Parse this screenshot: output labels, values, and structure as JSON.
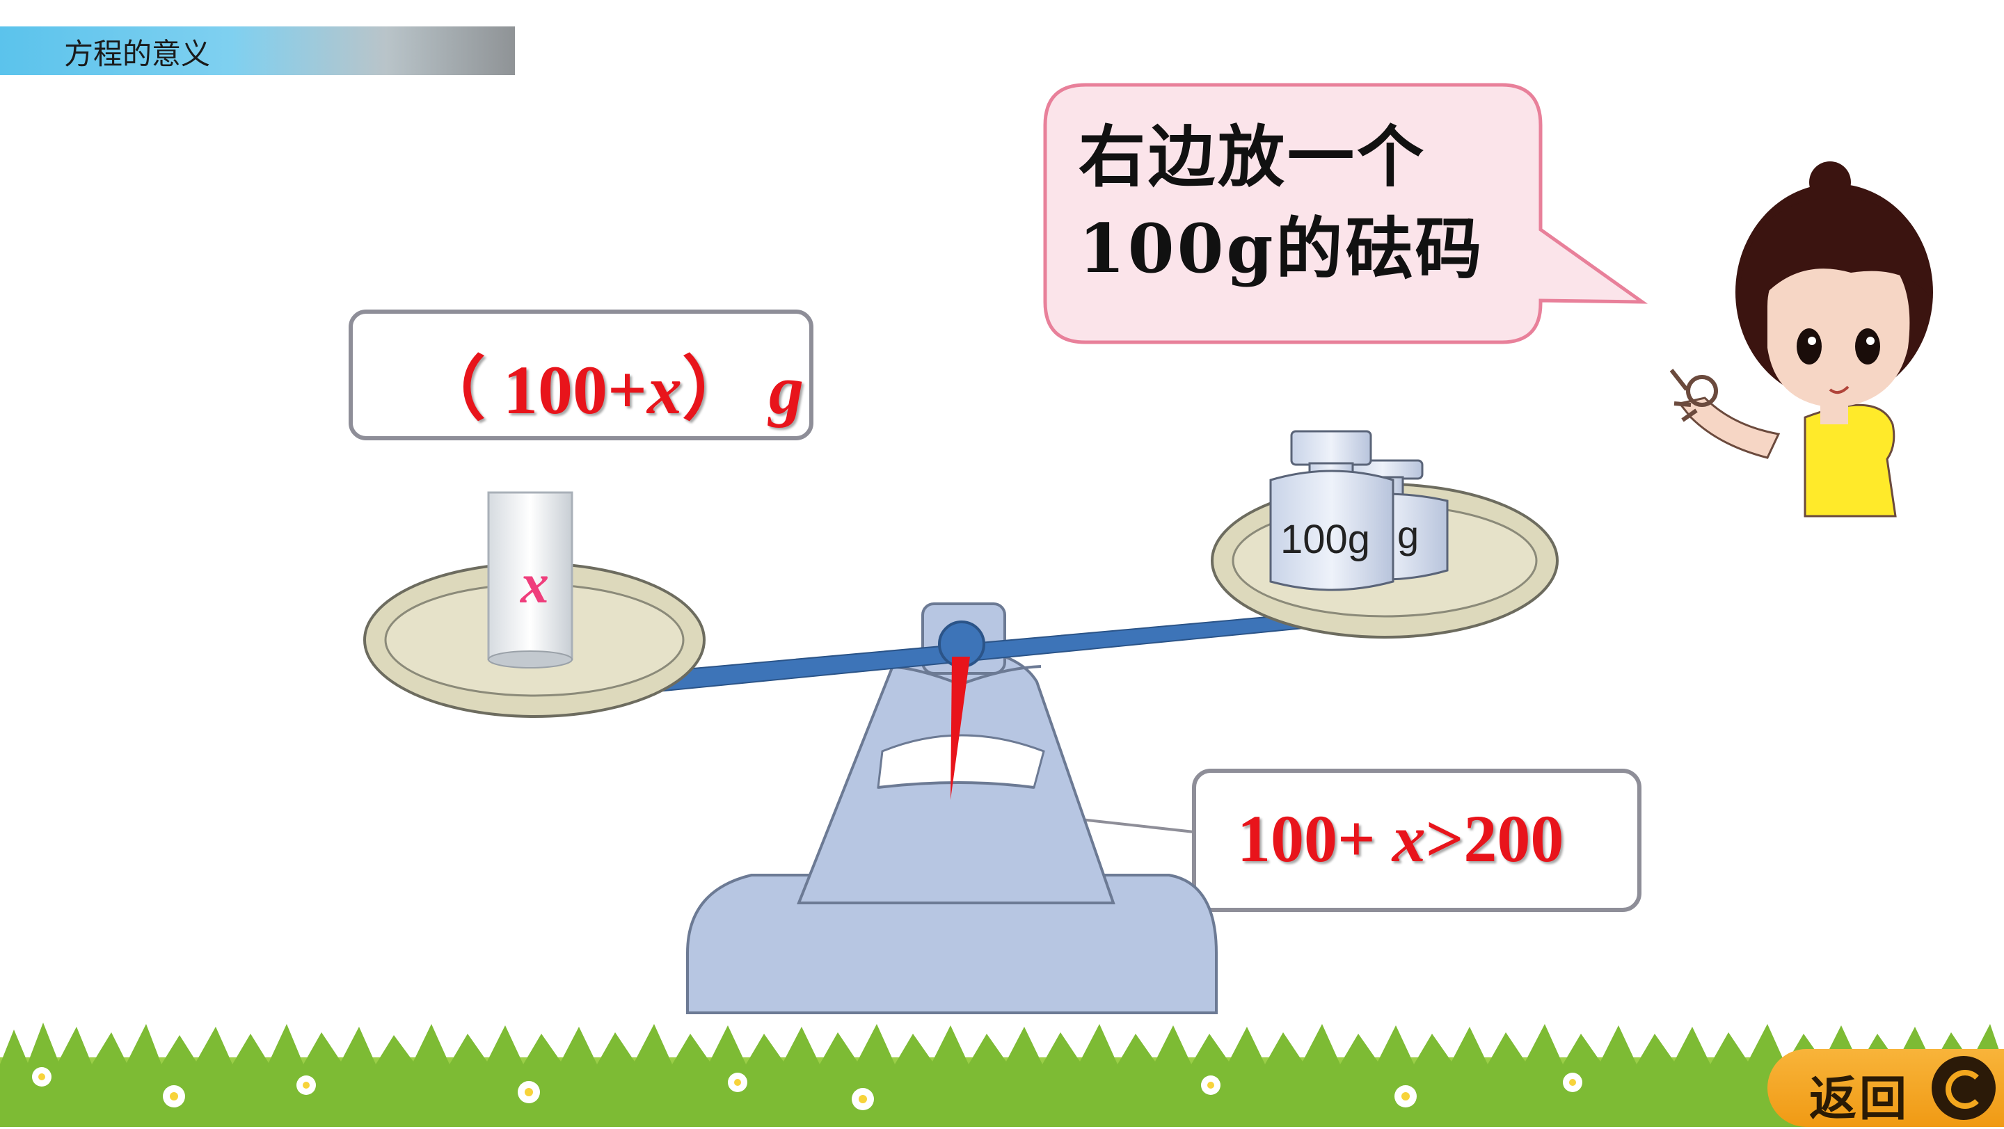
{
  "header": {
    "title": "方程的意义"
  },
  "speech_bubble": {
    "line1": "右边放一个",
    "line2": "100g的砝码"
  },
  "left_label": {
    "prefix": "（ 100+",
    "variable": "x",
    "suffix": "）",
    "unit": "g"
  },
  "glass": {
    "label": "x"
  },
  "weights": {
    "front_label": "100g",
    "back_label": "g"
  },
  "inequality": {
    "left": "100+ ",
    "variable": "x",
    "right": ">200"
  },
  "footer": {
    "back_button_label": "返回"
  },
  "colors": {
    "accent_red": "#e8141b",
    "beam_blue": "#3d74b8",
    "scale_body": "#b7c6e2",
    "bubble_fill": "#fbe4ea",
    "bubble_border": "#e8809a",
    "button_orange": "#f3a71e"
  }
}
